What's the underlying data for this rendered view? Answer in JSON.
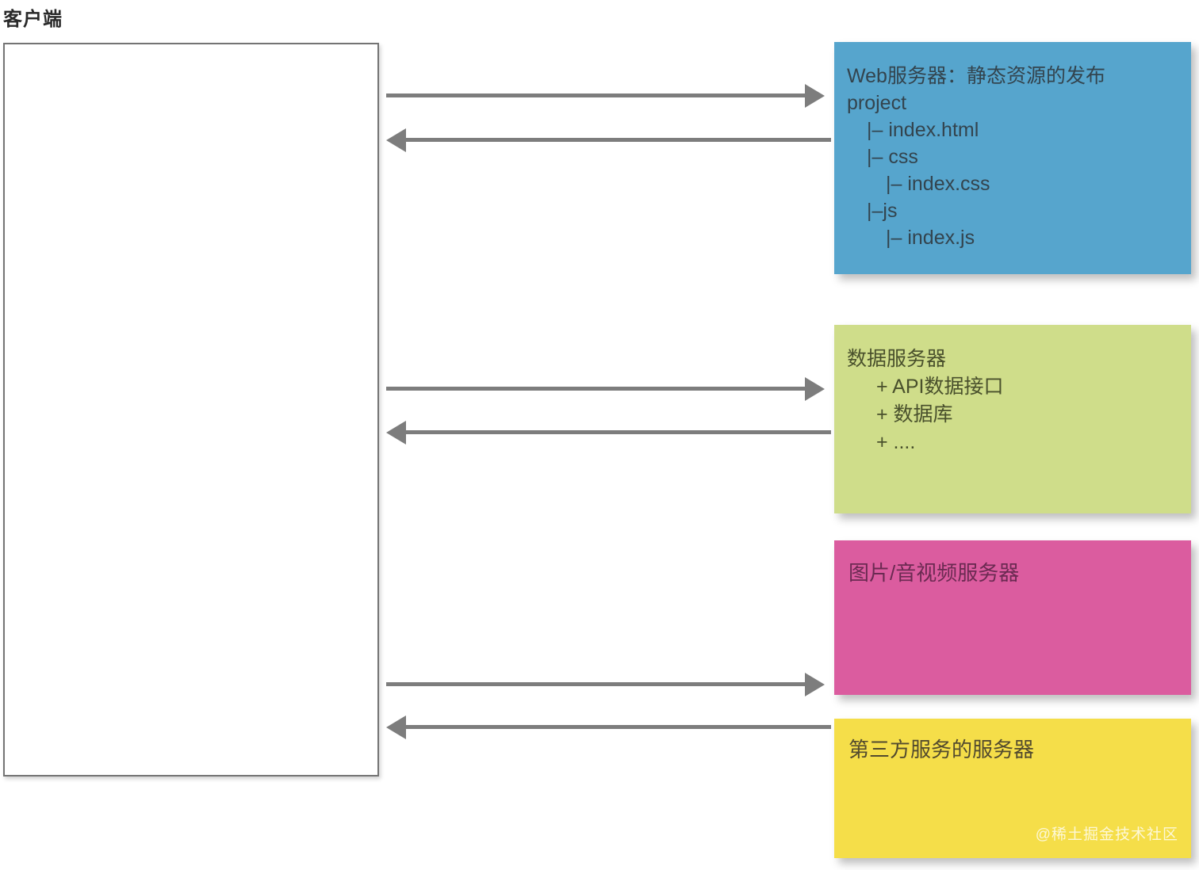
{
  "client": {
    "label": "客户端"
  },
  "servers": {
    "web": {
      "title": "Web服务器：静态资源的发布",
      "tree": [
        "project",
        "|– index.html",
        "|– css",
        "|– index.css",
        "|–js",
        "|– index.js"
      ],
      "color": "#56A5CD"
    },
    "data": {
      "title": "数据服务器",
      "items": [
        "+ API数据接口",
        "+ 数据库",
        "+ ...."
      ],
      "color": "#CFDD8A"
    },
    "media": {
      "title": "图片/音视频服务器",
      "color": "#DB5C9F"
    },
    "third_party": {
      "title": "第三方服务的服务器",
      "color": "#F5DE49"
    }
  },
  "watermark": "@稀土掘金技术社区",
  "arrows": {
    "color": "#7D7D7D"
  }
}
